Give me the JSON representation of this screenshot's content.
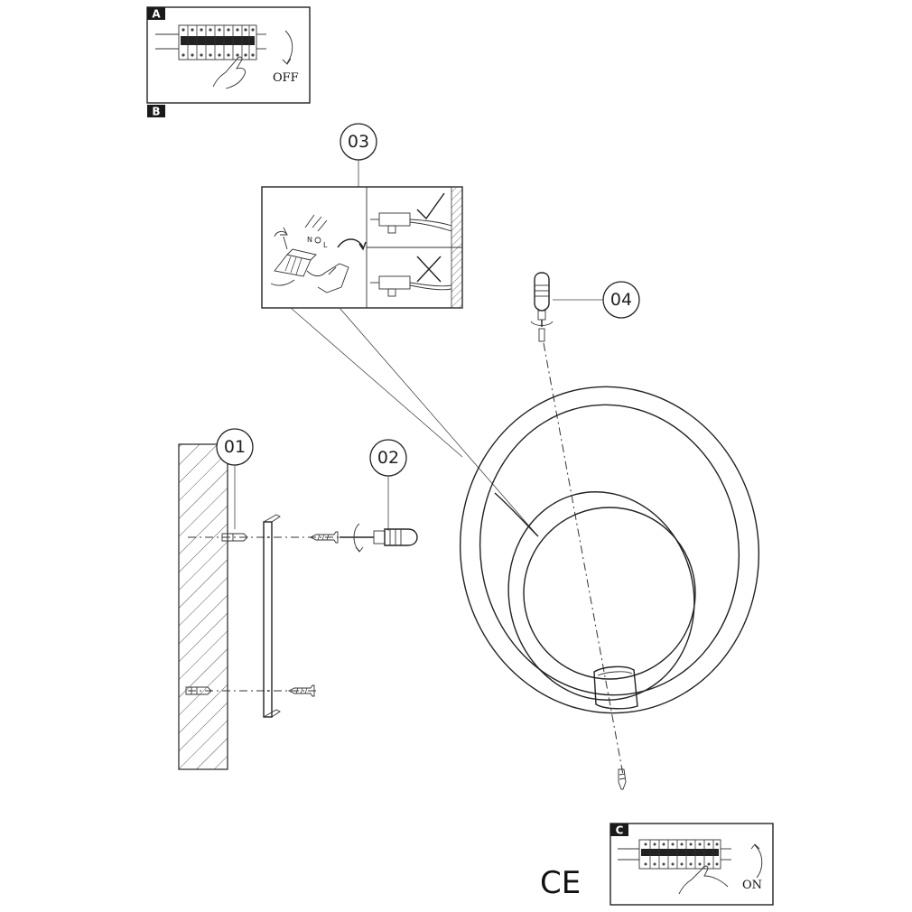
{
  "panels": {
    "a": {
      "tag": "A",
      "state_label": "OFF"
    },
    "b": {
      "tag": "B"
    },
    "c": {
      "tag": "C",
      "state_label": "ON"
    }
  },
  "callouts": [
    {
      "id": "01",
      "label": "01"
    },
    {
      "id": "02",
      "label": "02"
    },
    {
      "id": "03",
      "label": "03"
    },
    {
      "id": "04",
      "label": "04"
    }
  ],
  "wiring_detail": {
    "wire_labels": [
      "N",
      "L"
    ],
    "correct_symbol": "check-mark-icon",
    "wrong_symbol": "cross-mark-icon"
  },
  "certification_mark": "CE"
}
